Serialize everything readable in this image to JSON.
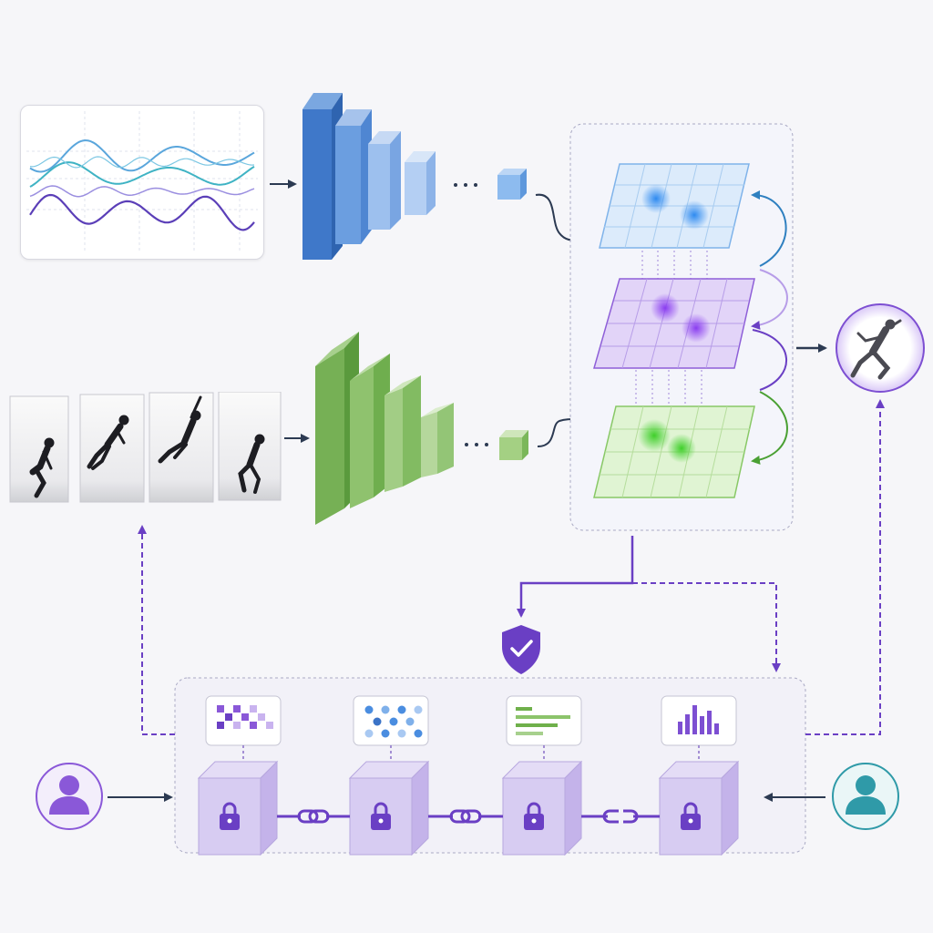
{
  "colors": {
    "signal_branch": "#3b73c7",
    "video_branch": "#6fb04b",
    "fusion_accent": "#7d4fd2",
    "ledger_accent": "#6a3fc4",
    "user_left": "#8a58d8",
    "user_right": "#2f9aa8",
    "arrow": "#2c3a52"
  },
  "icons": {
    "signal_panel": "multichannel-waveform-icon",
    "video_frames": "jumping-person-frame-icon",
    "feature_maps": "stacked-heatmap-grid-icon",
    "result": "jumping-person-icon",
    "verification": "shield-check-icon",
    "ledger_blocks": "padlock-icon",
    "block_links": "chain-link-icon",
    "users": "user-icon",
    "data_panels": [
      "pixel-grid-icon",
      "dot-grid-icon",
      "text-lines-icon",
      "bar-chart-icon"
    ]
  },
  "ledger": {
    "blocks": [
      {
        "data_icon": "pixel-grid-icon"
      },
      {
        "data_icon": "dot-grid-icon"
      },
      {
        "data_icon": "text-lines-icon"
      },
      {
        "data_icon": "bar-chart-icon"
      }
    ],
    "links": [
      {
        "state": "linked"
      },
      {
        "state": "linked"
      },
      {
        "state": "broken"
      }
    ]
  }
}
